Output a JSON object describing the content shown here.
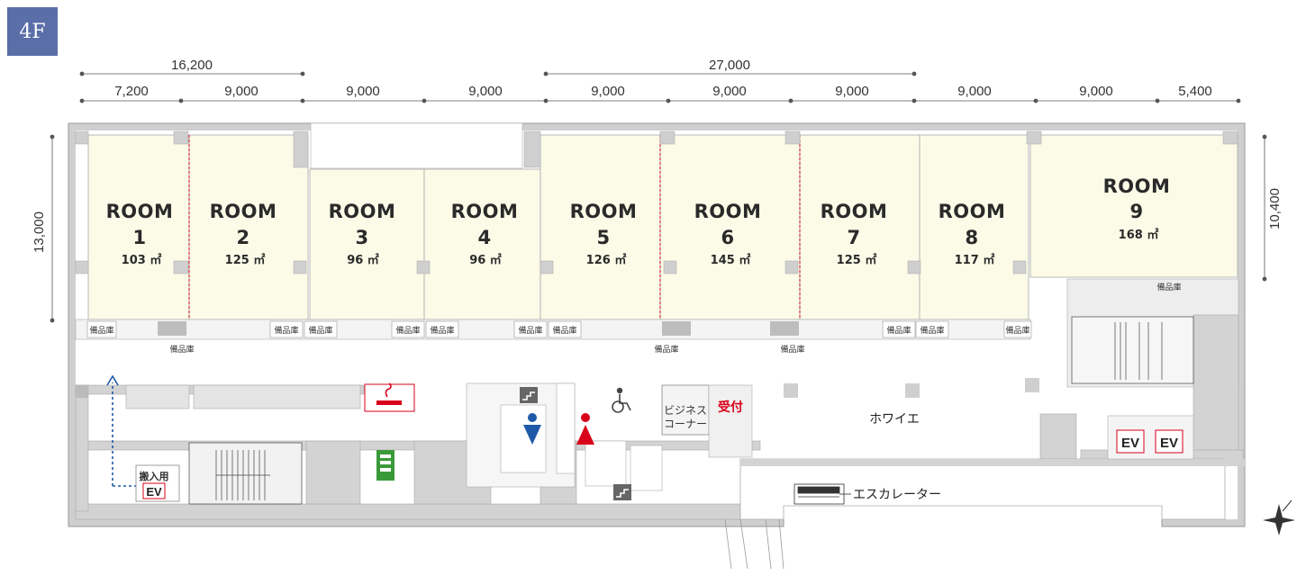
{
  "floor": "4F",
  "dimensions": {
    "top_groups": [
      {
        "label": "16,200"
      },
      {
        "label": "27,000"
      }
    ],
    "segments": [
      "7,200",
      "9,000",
      "9,000",
      "9,000",
      "9,000",
      "9,000",
      "9,000",
      "9,000",
      "9,000",
      "5,400"
    ],
    "left": "13,000",
    "right": "10,400"
  },
  "rooms": [
    {
      "title": "ROOM",
      "number": "1",
      "area": "103 ㎡"
    },
    {
      "title": "ROOM",
      "number": "2",
      "area": "125 ㎡"
    },
    {
      "title": "ROOM",
      "number": "3",
      "area": "96 ㎡"
    },
    {
      "title": "ROOM",
      "number": "4",
      "area": "96 ㎡"
    },
    {
      "title": "ROOM",
      "number": "5",
      "area": "126 ㎡"
    },
    {
      "title": "ROOM",
      "number": "6",
      "area": "145 ㎡"
    },
    {
      "title": "ROOM",
      "number": "7",
      "area": "125 ㎡"
    },
    {
      "title": "ROOM",
      "number": "8",
      "area": "117 ㎡"
    },
    {
      "title": "ROOM",
      "number": "9",
      "area": "168 ㎡"
    }
  ],
  "labels": {
    "storage": "備品庫",
    "foyer": "ホワイエ",
    "escalator": "エスカレーター",
    "business_1": "ビジネス",
    "business_2": "コーナー",
    "reception": "受付",
    "freight_ev": "搬入用",
    "ev": "EV"
  },
  "colors": {
    "room_fill": "#fbfbe8",
    "wall": "#c9c9c9",
    "reception_red": "#d8001a",
    "route_blue": "#1e5aa8",
    "badge": "#5a6ea8"
  }
}
